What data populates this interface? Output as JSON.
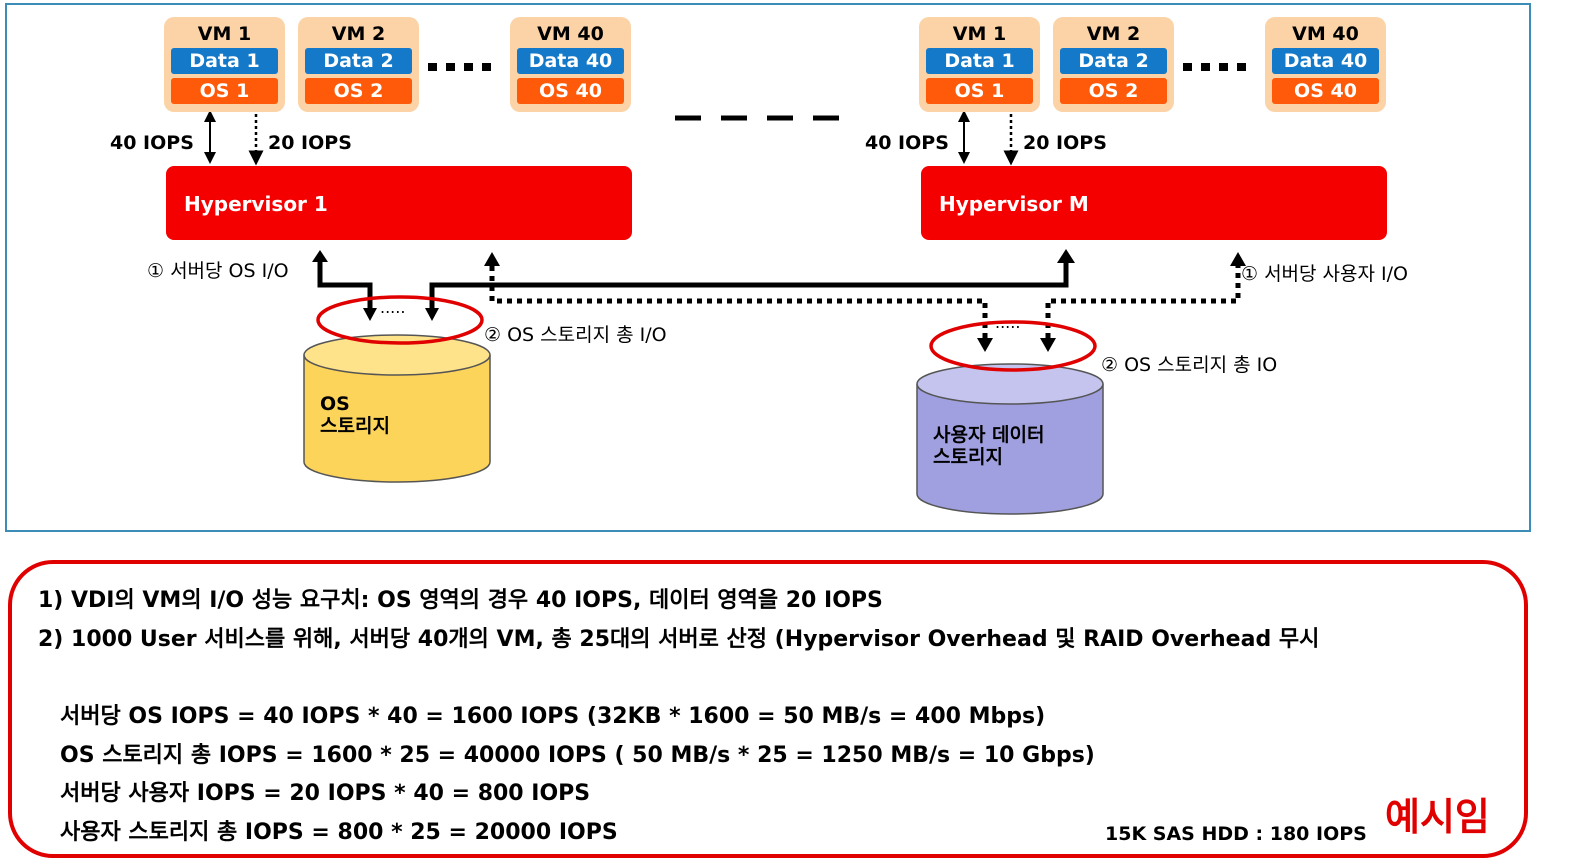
{
  "left_group": {
    "vms": [
      {
        "title": "VM 1",
        "data": "Data 1",
        "os": "OS 1"
      },
      {
        "title": "VM 2",
        "data": "Data 2",
        "os": "OS 2"
      },
      {
        "title": "VM 40",
        "data": "Data 40",
        "os": "OS 40"
      }
    ],
    "hypervisor": "Hypervisor 1",
    "iops_os": "40 IOPS",
    "iops_data": "20 IOPS"
  },
  "right_group": {
    "vms": [
      {
        "title": "VM 1",
        "data": "Data 1",
        "os": "OS 1"
      },
      {
        "title": "VM 2",
        "data": "Data 2",
        "os": "OS 2"
      },
      {
        "title": "VM 40",
        "data": "Data 40",
        "os": "OS 40"
      }
    ],
    "hypervisor": "Hypervisor M",
    "iops_os": "40 IOPS",
    "iops_data": "20 IOPS"
  },
  "labels": {
    "server_os_io": "① 서버당 OS I/O",
    "server_user_io": "① 서버당 사용자 I/O",
    "os_storage_total_io": "② OS 스토리지 총 I/O",
    "user_storage_total_io": "② OS 스토리지 총 IO",
    "dots": "....."
  },
  "storage": {
    "os": "OS\n스토리지",
    "user": "사용자 데이터\n스토리지"
  },
  "notes": {
    "line1": "1) VDI의 VM의 I/O 성능 요구치:  OS 영역의 경우 40 IOPS, 데이터 영역을 20 IOPS",
    "line2": "2) 1000 User 서비스를 위해, 서버당 40개의 VM, 총 25대의 서버로 산정 (Hypervisor Overhead 및 RAID Overhead 무시",
    "calc1": "서버당 OS IOPS = 40 IOPS * 40 = 1600 IOPS (32KB * 1600 = 50 MB/s = 400 Mbps)",
    "calc2": "OS 스토리지 총 IOPS = 1600 * 25 = 40000 IOPS ( 50 MB/s * 25 = 1250 MB/s = 10 Gbps)",
    "calc3": "서버당 사용자 IOPS = 20 IOPS * 40 = 800 IOPS",
    "calc4": "사용자 스토리지 총 IOPS = 800 * 25 = 20000 IOPS",
    "hdd": "15K SAS HDD : 180 IOPS",
    "stamp": "예시임"
  },
  "colors": {
    "frame": "#3b8db8",
    "vm_bg": "#fcd3a6",
    "data_bar": "#1479c8",
    "os_bar": "#ff5a0a",
    "hypervisor": "#f40000",
    "os_storage": "#fdd45a",
    "user_storage": "#a0a0e0",
    "highlight": "#e00000"
  }
}
